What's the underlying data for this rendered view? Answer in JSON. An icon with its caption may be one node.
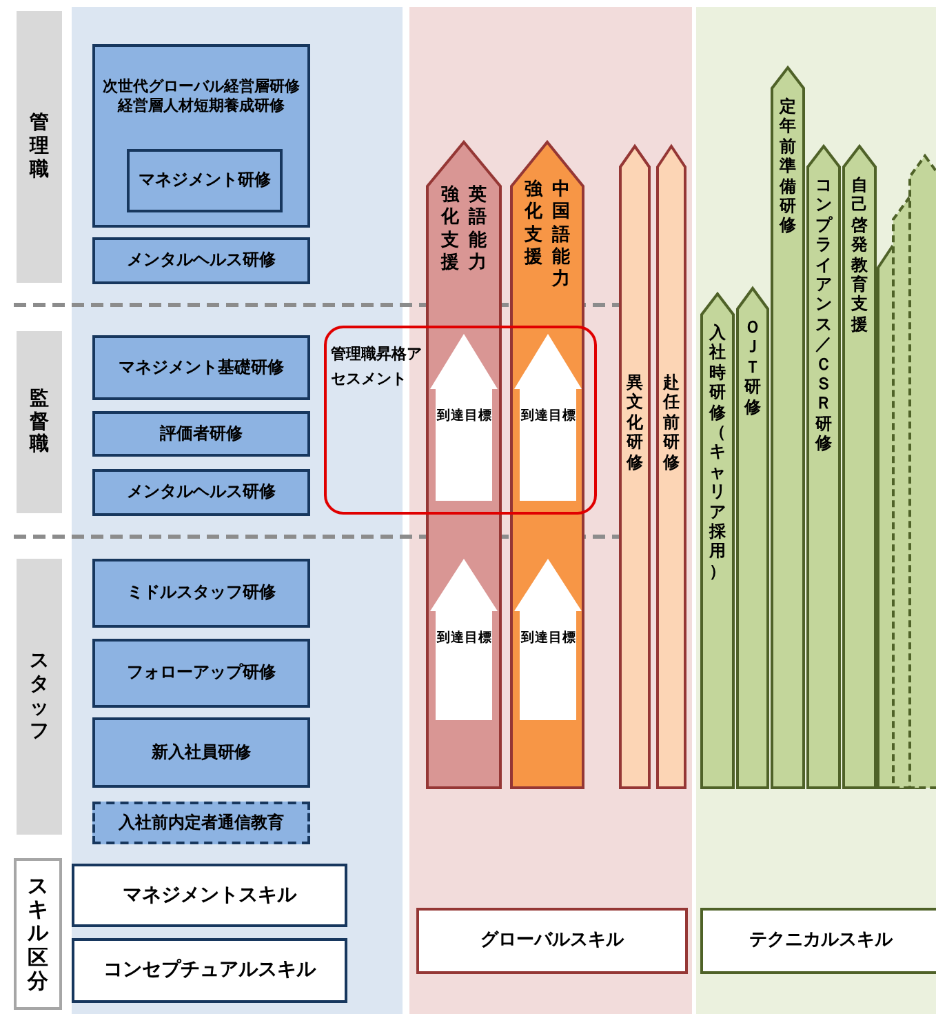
{
  "diagram": {
    "nodes": [
      {
        "text": [
          "管理職"
        ]
      },
      {
        "text": [
          "次世代グローバル経営層研修",
          "経営層人材短期養成研修"
        ]
      },
      {
        "text": [
          "マネジメント研修"
        ],
        "in": 1
      },
      {
        "text": [
          "メンタルヘルス研修"
        ]
      },
      {
        "text": [
          "監督職"
        ]
      },
      {
        "text": [
          "マネジメント基礎研修"
        ]
      },
      {
        "text": [
          "評価者研修"
        ]
      },
      {
        "text": [
          "メンタルヘルス研修"
        ]
      },
      {
        "text": [
          "管理職昇格アセスメント"
        ]
      },
      {
        "text": [
          "スタッフ"
        ]
      },
      {
        "text": [
          "ミドルスタッフ研修"
        ]
      },
      {
        "text": [
          "フォローアップ研修"
        ]
      },
      {
        "text": [
          "新入社員研修"
        ]
      },
      {
        "text": [
          "入社前内定者通信教育"
        ]
      },
      {
        "text": [
          "スキル区分"
        ]
      },
      {
        "text": [
          "マネジメントスキル"
        ]
      },
      {
        "text": [
          "コンセプチュアルスキル"
        ]
      },
      {
        "text": [
          "英語能力強化支援"
        ]
      },
      {
        "text": [
          "中国語能力強化支援"
        ]
      },
      {
        "text": [
          "異文化研修"
        ]
      },
      {
        "text": [
          "赴任前研修"
        ]
      },
      {
        "text": [
          "到達目標"
        ]
      },
      {
        "text": [
          "到達目標"
        ]
      },
      {
        "text": [
          "到達目標"
        ],
        "in": 17
      },
      {
        "text": [
          "到達目標"
        ],
        "in": 18
      },
      {
        "text": [
          "入社時研修（キャリア採用）"
        ]
      },
      {
        "text": [
          "ＯＪＴ研修"
        ]
      },
      {
        "text": [
          "定年前準備研修"
        ]
      },
      {
        "text": [
          "コンプライアンス／ＣＳＲ研修"
        ]
      },
      {
        "text": [
          "自己啓発教育支援"
        ]
      },
      {
        "text": [],
        "shape": "arrow"
      },
      {
        "text": [],
        "shape": "arrow"
      },
      {
        "text": [],
        "shape": "arrow"
      },
      {
        "text": [
          "グローバルスキル"
        ]
      },
      {
        "text": [
          "テクニカルスキル"
        ]
      }
    ],
    "edges": []
  }
}
